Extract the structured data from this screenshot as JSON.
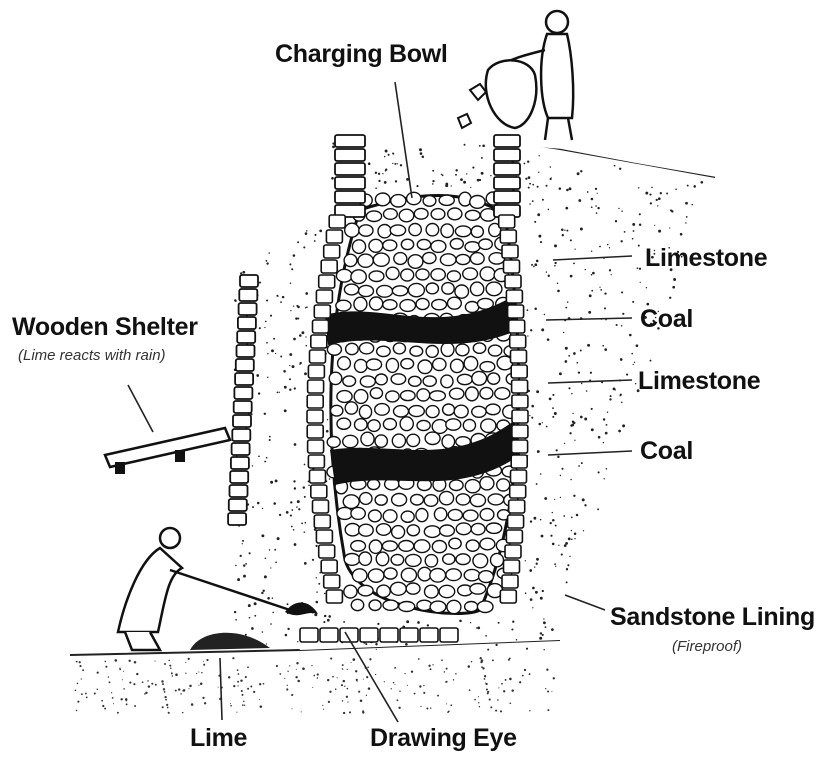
{
  "labels": {
    "charging_bowl": "Charging Bowl",
    "limestone_top": "Limestone",
    "coal_top": "Coal",
    "limestone_mid": "Limestone",
    "coal_bottom": "Coal",
    "wooden_shelter": "Wooden Shelter",
    "wooden_shelter_note": "(Lime reacts with rain)",
    "sandstone_lining": "Sandstone Lining",
    "sandstone_note": "(Fireproof)",
    "lime": "Lime",
    "drawing_eye": "Drawing Eye"
  },
  "colors": {
    "ink": "#111111",
    "paper": "#ffffff",
    "stone_fill": "#fafafa"
  }
}
